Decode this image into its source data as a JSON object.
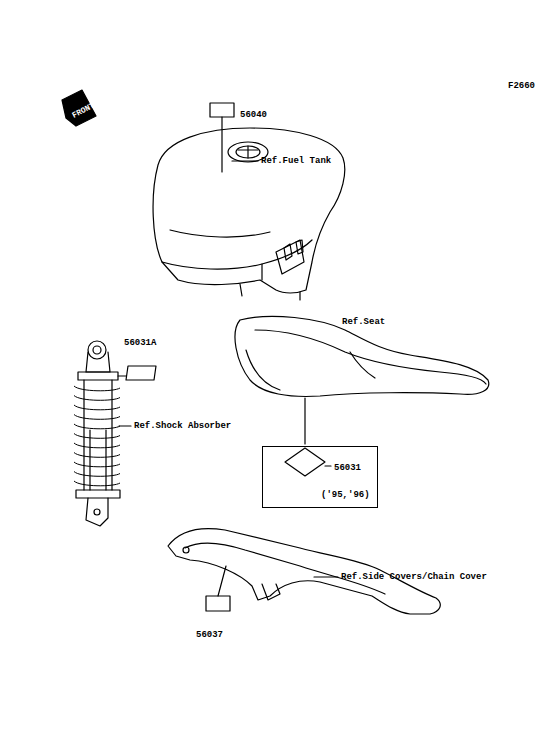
{
  "diagram": {
    "nodes": [
      {
        "text": [
          "56031",
          "('95,'96)"
        ]
      }
    ],
    "labels": [
      "F2660",
      "FRONT",
      "56040",
      "Ref.Fuel Tank",
      "56031A",
      "Ref.Shock Absorber",
      "Ref.Seat",
      "Ref.Side Covers/Chain Cover",
      "56037"
    ]
  }
}
